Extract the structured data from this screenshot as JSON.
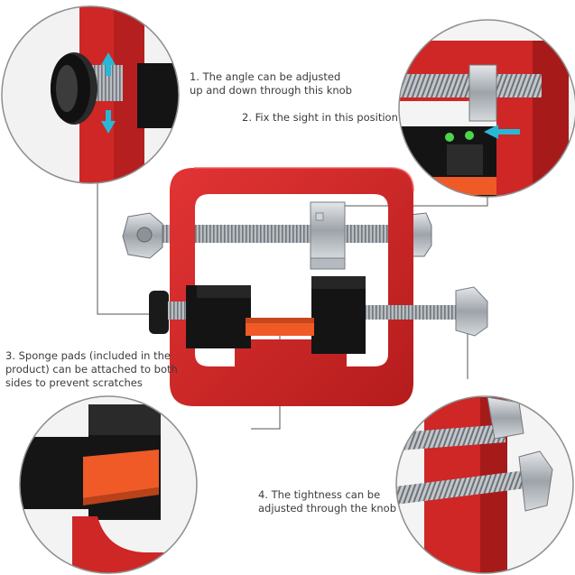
{
  "colors": {
    "frame_red": "#d42a2a",
    "frame_red_dark": "#9d1414",
    "block_black": "#121212",
    "pad_orange": "#ef5a26",
    "steel": "#a8aeb4",
    "arrow_cyan": "#28b8d6",
    "sight_green": "#4bd64b"
  },
  "callouts": [
    {
      "id": "angle-knob",
      "lines": [
        "1. The angle can be adjusted",
        "up and down through this knob"
      ]
    },
    {
      "id": "sight-position",
      "lines": [
        "2. Fix the sight in this position"
      ]
    },
    {
      "id": "sponge-pads",
      "lines": [
        "3. Sponge pads (included in the",
        "product) can be attached to both",
        "sides to prevent scratches"
      ]
    },
    {
      "id": "tightness-knob",
      "lines": [
        "4. The tightness can be",
        "adjusted through the knob"
      ]
    }
  ]
}
